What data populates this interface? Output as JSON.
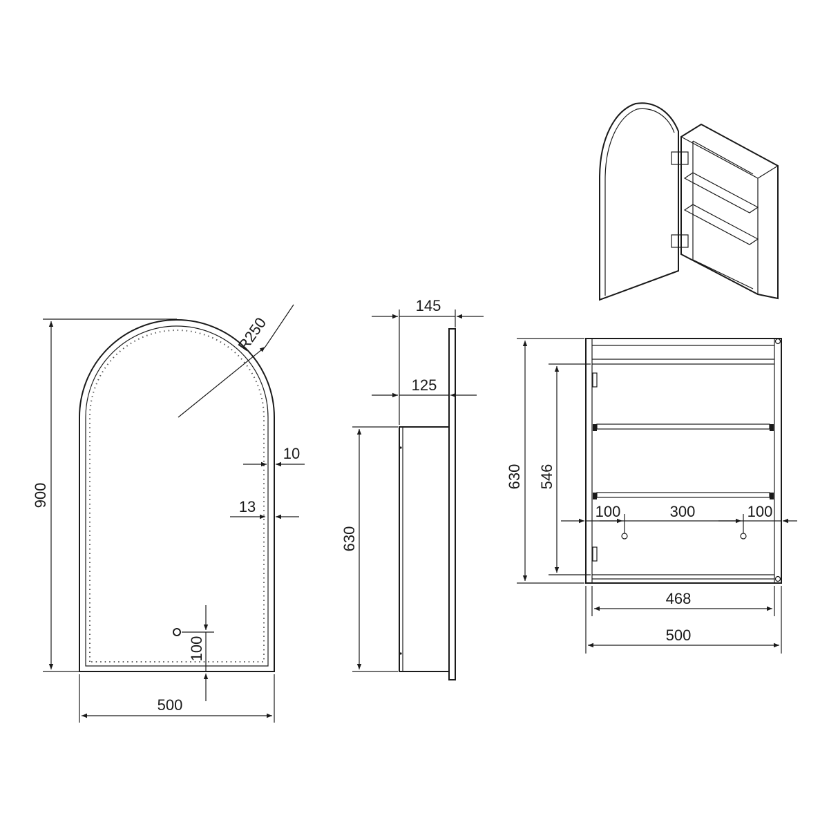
{
  "front_view": {
    "height_label": "900",
    "width_label": "500",
    "radius_label": "R250",
    "frame_label_10": "10",
    "frame_label_13": "13",
    "sensor_offset_label": "100"
  },
  "side_view": {
    "depth_total_label": "145",
    "depth_cabinet_label": "125",
    "cabinet_height_label": "630"
  },
  "back_view": {
    "outer_height_label": "630",
    "inner_height_label": "546",
    "left_offset_label": "100",
    "mount_spacing_label": "300",
    "right_offset_label": "100",
    "inner_width_label": "468",
    "outer_width_label": "500"
  }
}
